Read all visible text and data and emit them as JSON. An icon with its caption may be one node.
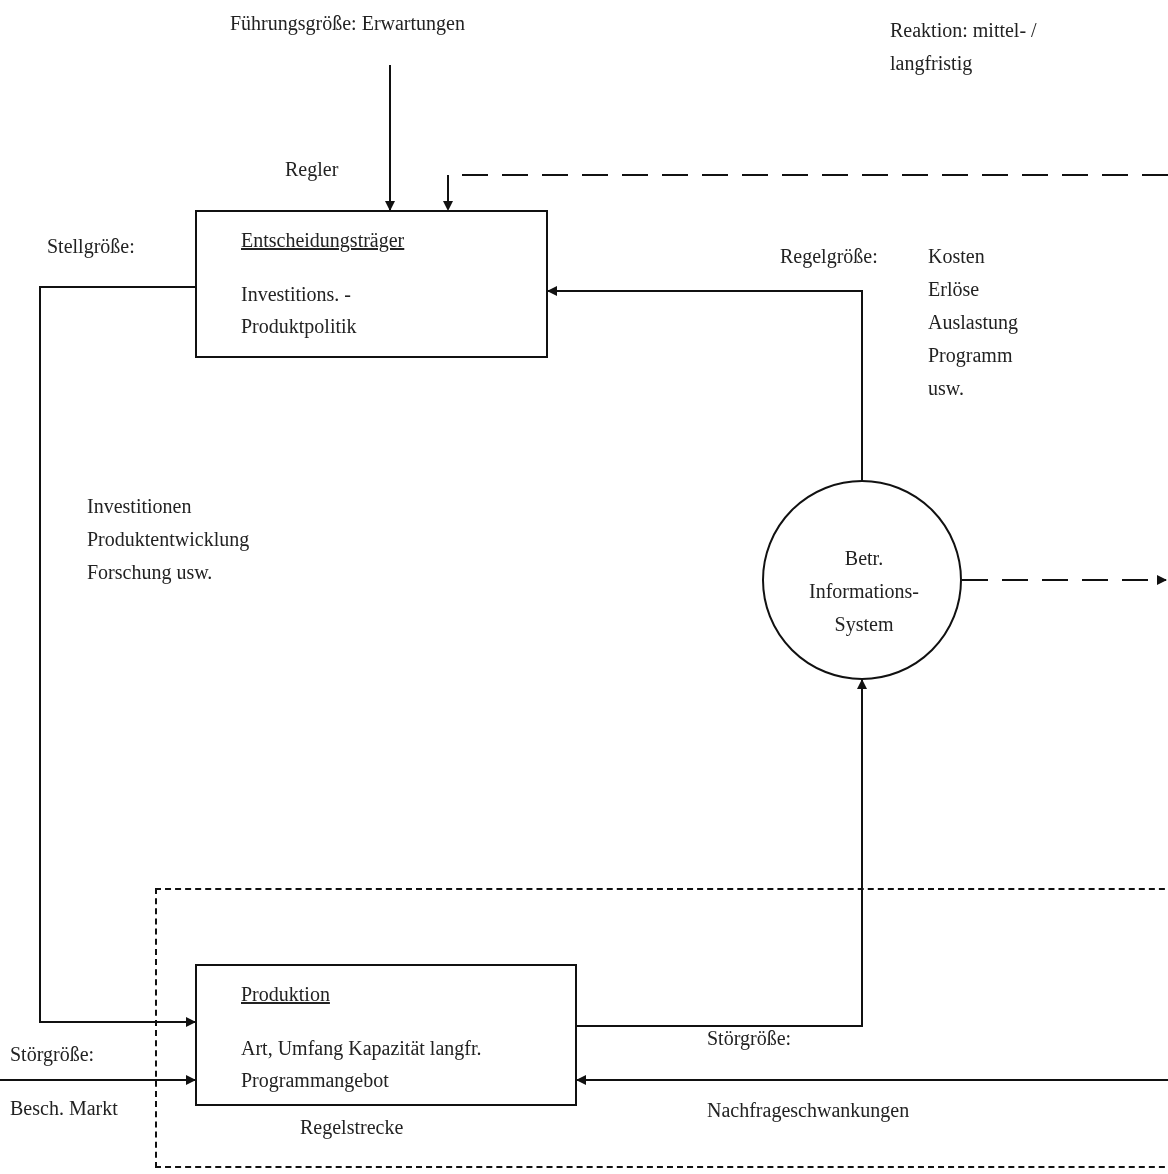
{
  "diagram": {
    "nodes": [
      {
        "text": [
          "Führungsgröße: Erwartungen"
        ]
      },
      {
        "text": [
          "Entscheidungsträger",
          "Investitions. - Produktpolitik"
        ],
        "beside": [
          "Regler"
        ]
      },
      {
        "text": [
          "Betr. Informations- System"
        ]
      },
      {
        "text": [
          "Regelstrecke"
        ]
      },
      {
        "text": [
          "Produktion",
          "Art, Umfang Kapazität langfr. Programmangebot"
        ],
        "in": 3
      }
    ],
    "edges": [
      {
        "from": 0,
        "to": 1,
        "arrow": "to"
      },
      {
        "from": null,
        "to": 1,
        "arrow": "to",
        "style": "dashed"
      },
      {
        "from": 2,
        "to": 1,
        "arrow": "to"
      },
      {
        "from": 2,
        "to": null,
        "arrow": "to",
        "style": "dashed"
      },
      {
        "from": 1,
        "to": 4,
        "arrow": "to"
      },
      {
        "from": 4,
        "to": 2,
        "arrow": "to"
      },
      {
        "from": null,
        "to": 4,
        "arrow": "to"
      },
      {
        "from": null,
        "to": 4,
        "arrow": "to"
      }
    ],
    "labels": [
      "Reaktion: mittel- / langfristig",
      "Stellgröße:",
      "Regelgröße:",
      "Kosten Erlöse Auslastung Programm usw.",
      "Investitionen Produktentwicklung Forschung usw.",
      "Störgröße:",
      "Besch. Markt",
      "Störgröße:",
      "Nachfrageschwankungen"
    ]
  }
}
